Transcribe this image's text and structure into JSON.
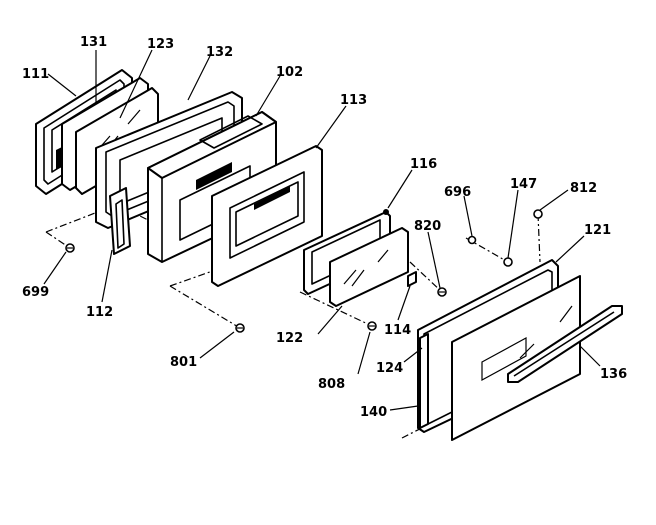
{
  "diagram": {
    "callouts": {
      "c111": "111",
      "c131": "131",
      "c123": "123",
      "c132": "132",
      "c102": "102",
      "c113": "113",
      "c116": "116",
      "c696": "696",
      "c147": "147",
      "c812": "812",
      "c820": "820",
      "c121": "121",
      "c699": "699",
      "c112": "112",
      "c122": "122",
      "c114": "114",
      "c801": "801",
      "c808": "808",
      "c124": "124",
      "c136": "136",
      "c140": "140"
    }
  }
}
